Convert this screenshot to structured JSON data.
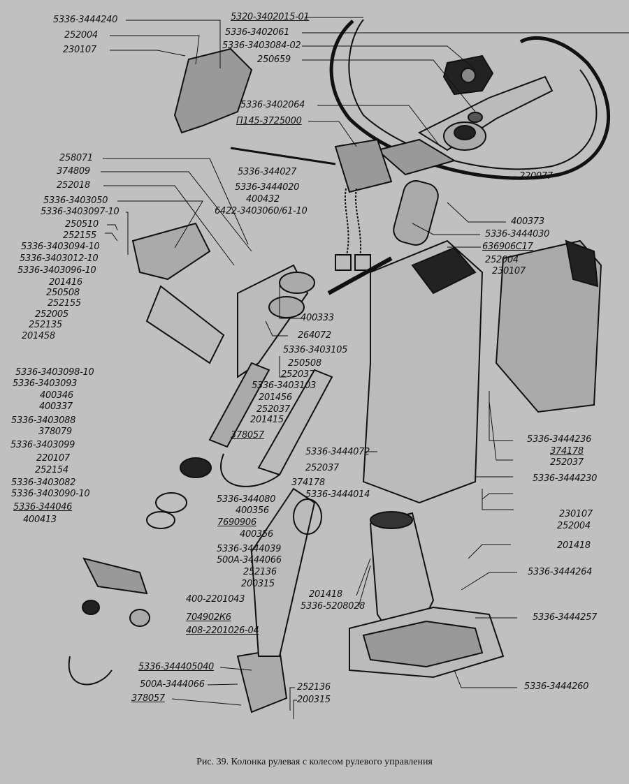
{
  "figure": {
    "caption": "Рис. 39. Колонка рулевая с колесом рулевого управления",
    "subject": "Steering column with steering wheel (exploded parts view)"
  },
  "labels": {
    "l01": "5336-3444240",
    "l02": "252004",
    "l03": "230107",
    "l04": "5320-3402015-01",
    "l05": "5336-3402061",
    "l06": "5336-3403084-02",
    "l07": "250659",
    "l08": "5336-3402064",
    "l09": "П145-3725000",
    "l10": "220077",
    "l11": "258071",
    "l12": "374809",
    "l13": "252018",
    "l14": "5336-3403050",
    "l15": "5336-3403097-10",
    "l16": "250510",
    "l17": "252155",
    "l18": "5336-3403094-10",
    "l19": "5336-3403012-10",
    "l20": "5336-3403096-10",
    "l21": "201416",
    "l22": "250508",
    "l23": "252155",
    "l24": "252005",
    "l25": "252135",
    "l26": "201458",
    "l27": "5336-344027",
    "l28": "5336-3444020",
    "l29": "400432",
    "l30": "6422-3403060/61-10",
    "l31": "400373",
    "l32": "5336-3444030",
    "l33": "636906С17",
    "l34": "252004",
    "l35": "230107",
    "l36": "400333",
    "l37": "264072",
    "l38": "5336-3403105",
    "l39": "250508",
    "l40": "252037",
    "l41": "5336-3403098-10",
    "l42": "5336-3403093",
    "l43": "400346",
    "l44": "400337",
    "l45": "5336-3403088",
    "l46": "378079",
    "l47": "5336-3403099",
    "l48": "220107",
    "l49": "252154",
    "l50": "5336-3403082",
    "l51": "5336-3403090-10",
    "l52": "5336-344046",
    "l53": "400413",
    "l54": "5336-3403103",
    "l55": "201456",
    "l56": "252037",
    "l57": "201415",
    "l58": "378057",
    "l59": "5336-3444072",
    "l60": "252037",
    "l61": "374178",
    "l62": "5336-344080",
    "l63": "5336-3444014",
    "l64": "400356",
    "l65": "7690906",
    "l66": "400356",
    "l67": "5336-3444039",
    "l68": "500А-3444066",
    "l69": "252136",
    "l70": "200315",
    "l71": "400-2201043",
    "l72": "704902К6",
    "l73": "408-2201026-04",
    "l74": "5336-3444236",
    "l75": "374178",
    "l76": "252037",
    "l77": "5336-3444230",
    "l78": "230107",
    "l79": "252004",
    "l80": "201418",
    "l81": "5336-3444264",
    "l82": "201418",
    "l83": "5336-5208028",
    "l84": "5336-3444257",
    "l85": "5336-3444260",
    "l86": "5336-344405040",
    "l87": "500А-3444066",
    "l88": "378057",
    "l89": "252136",
    "l90": "200315"
  }
}
